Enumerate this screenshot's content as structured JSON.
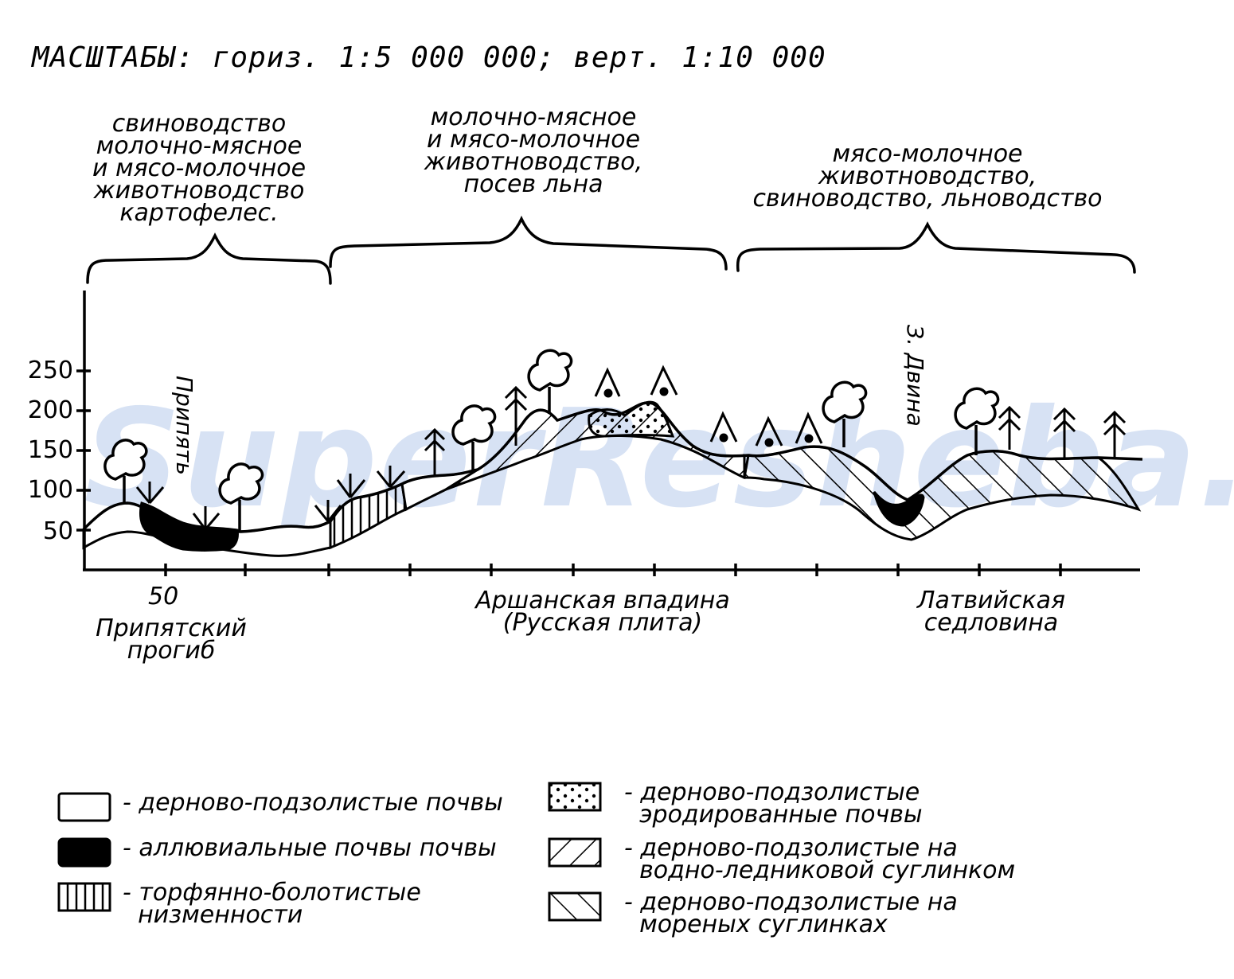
{
  "scale_title": "МАСШТАБЫ: гориз. 1:5 000 000; верт. 1:10 000",
  "zones": [
    {
      "lines": [
        "свиноводство",
        "молочно-мясное",
        "и мясо-молочное",
        "животноводство",
        "картофелес."
      ]
    },
    {
      "lines": [
        "молочно-мясное",
        "и мясо-молочное",
        "животноводство,",
        "посев льна"
      ]
    },
    {
      "lines": [
        "мясо-молочное",
        "животноводство,",
        "свиноводство, льноводство"
      ]
    }
  ],
  "y_ticks": [
    "250",
    "200",
    "150",
    "100",
    "50"
  ],
  "x_tick_label": "50",
  "rivers": [
    "Припять",
    "З. Двина"
  ],
  "regions": [
    {
      "lines": [
        "Припятский",
        "прогиб"
      ]
    },
    {
      "lines": [
        "Аршанская впадина",
        "(Русская плита)"
      ]
    },
    {
      "lines": [
        "Латвийская",
        "седловина"
      ]
    }
  ],
  "legend": [
    {
      "pattern": "white",
      "lines": [
        "- дерново-подзолистые почвы"
      ]
    },
    {
      "pattern": "black",
      "lines": [
        "- аллювиальные почвы почвы"
      ]
    },
    {
      "pattern": "vertical",
      "lines": [
        "- торфянно-болотистые",
        "  низменности"
      ]
    },
    {
      "pattern": "dots",
      "lines": [
        "- дерново-подзолистые",
        "  эродированные почвы"
      ]
    },
    {
      "pattern": "diagonal-right",
      "lines": [
        "- дерново-подзолистые на",
        "  водно-ледниковой суглинком"
      ]
    },
    {
      "pattern": "diagonal-left",
      "lines": [
        "- дерново-подзолистые на",
        "  мореных суглинках"
      ]
    }
  ],
  "watermark": "SuperResheba.by",
  "colors": {
    "ink": "#000000",
    "paper": "#ffffff",
    "watermark": "#6e96d7"
  }
}
